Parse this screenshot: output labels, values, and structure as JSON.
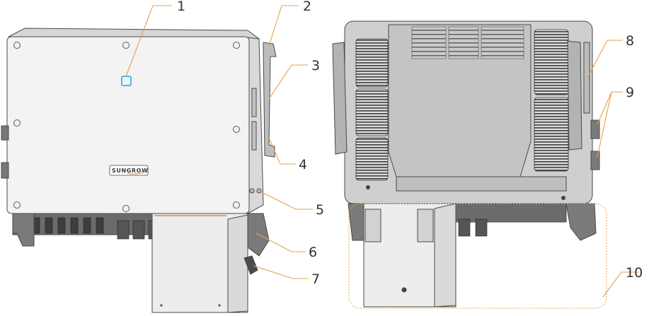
{
  "logo_text": "SUNGROW",
  "callouts": [
    {
      "number": "1"
    },
    {
      "number": "2"
    },
    {
      "number": "3"
    },
    {
      "number": "4"
    },
    {
      "number": "5"
    },
    {
      "number": "6"
    },
    {
      "number": "7"
    },
    {
      "number": "8"
    },
    {
      "number": "9"
    },
    {
      "number": "10"
    }
  ],
  "colors": {
    "leader": "#e8a04a",
    "indicator": "#39b3e0",
    "body_front": "#f3f3f3",
    "body_back": "#cfcfcf",
    "fins": "#3e3e3e",
    "logo_accent": "#f08a1c"
  }
}
